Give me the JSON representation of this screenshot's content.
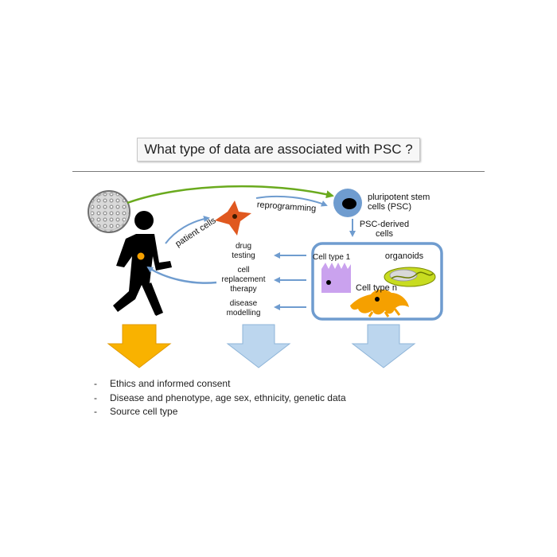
{
  "title": "What type of data are associated with PSC ?",
  "labels": {
    "psc": "pluripotent stem cells (PSC)",
    "reprogramming": "reprogramming",
    "patient_cells": "patient cells",
    "psc_derived": "PSC-derived cells",
    "drug_testing": "drug testing",
    "cell_replacement": "cell replacement therapy",
    "disease_modelling": "disease modelling",
    "cell_type_1": "Cell type 1",
    "cell_type_n": "Cell type n",
    "organoids": "organoids"
  },
  "bullets": [
    "Ethics and informed consent",
    "Disease and phenotype, age sex, ethnicity, genetic data",
    "Source cell type"
  ],
  "colors": {
    "green_arrow": "#6aaa1e",
    "blue_arrow": "#6f9ccf",
    "orange_arrow": "#f9b200",
    "light_blue_arrow": "#bcd6ee",
    "fibroblast": "#e0581f",
    "purple_cell": "#caa2ee",
    "orange_cell": "#f5a000",
    "organoid": "#c8dc20"
  },
  "icons": [
    "embryo-icon",
    "walking-person-icon",
    "fibroblast-icon",
    "stem-cell-icon",
    "neuron-icon",
    "organoid-icon"
  ]
}
